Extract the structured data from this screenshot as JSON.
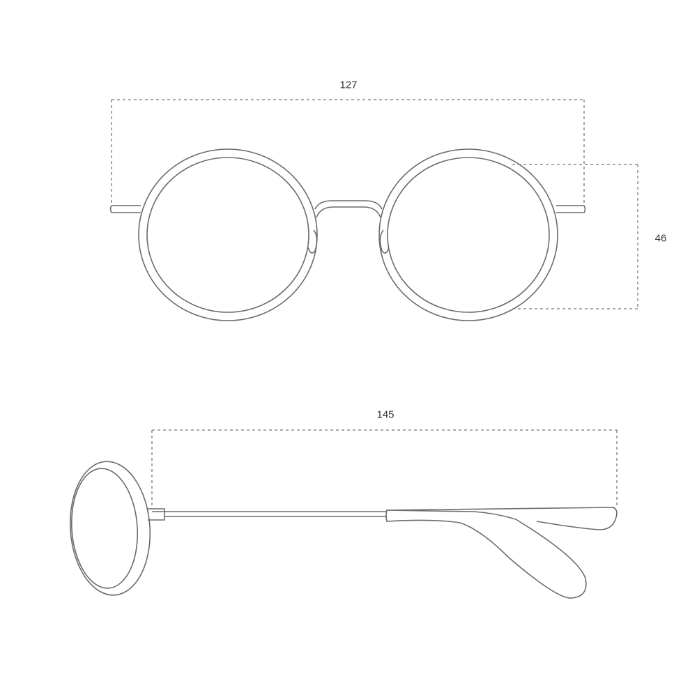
{
  "dimensions": {
    "front_width": "127",
    "lens_height": "46",
    "temple_length": "145"
  },
  "colors": {
    "line": "#6b6b6b",
    "background": "#ffffff"
  }
}
